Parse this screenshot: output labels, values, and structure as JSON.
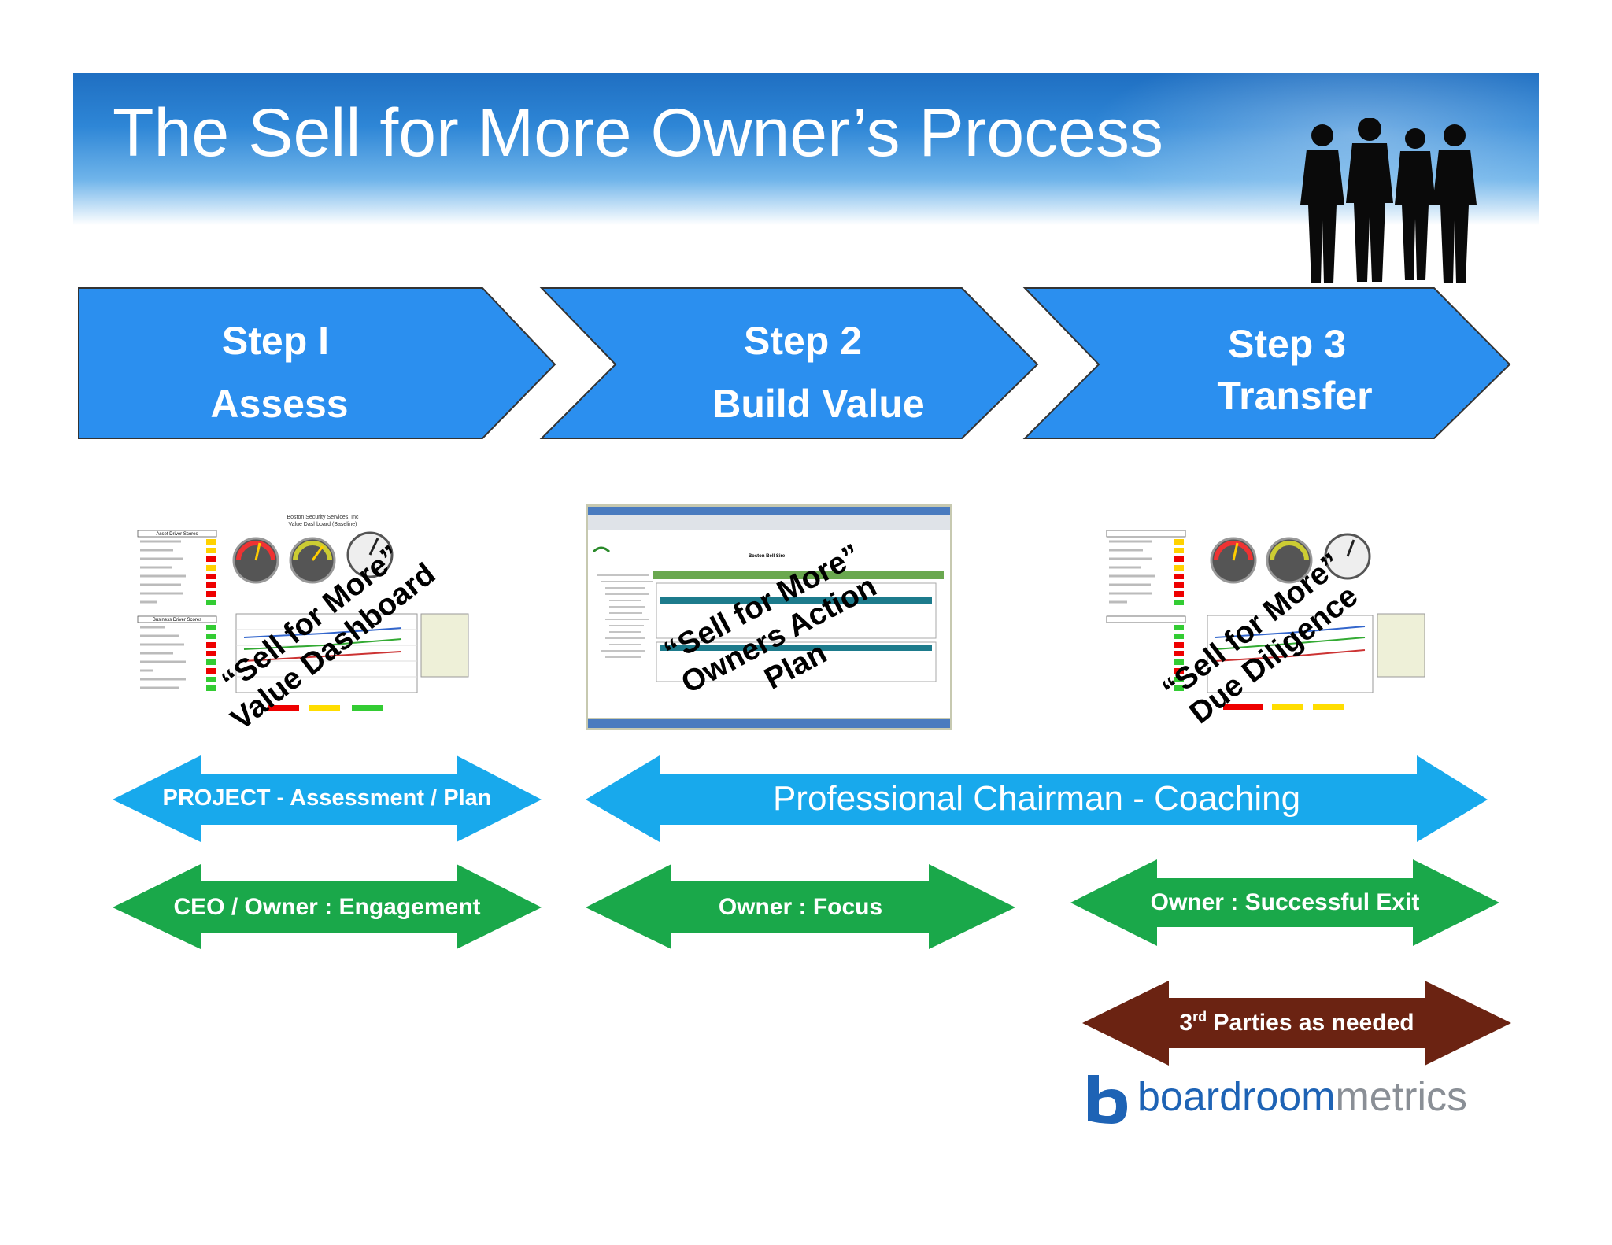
{
  "title": "The Sell for More Owner’s Process",
  "steps": [
    {
      "number": "Step I",
      "name": "Assess"
    },
    {
      "number": "Step 2",
      "name": "Build Value"
    },
    {
      "number": "Step 3",
      "name": "Transfer"
    }
  ],
  "deliverables": [
    {
      "line1": "“Sell for More”",
      "line2": "Value Dashboard",
      "line3": ""
    },
    {
      "line1": "“Sell for More”",
      "line2": "Owners Action",
      "line3": "Plan"
    },
    {
      "line1": "“Sell for More”",
      "line2": "Due Diligence",
      "line3": ""
    }
  ],
  "thumbnails": {
    "dashboard_company": "Boston Security Services, Inc",
    "dashboard_subtitle": "Value Dashboard (Baseline)",
    "asset_scores_header": "Asset Driver Scores",
    "business_scores_header": "Business Driver Scores",
    "action_plan_company": "Boston Bell Sire"
  },
  "arrows": {
    "project": "PROJECT - Assessment / Plan",
    "chairman": "Professional Chairman - Coaching",
    "ceo": "CEO / Owner : Engagement",
    "focus": "Owner : Focus",
    "exit": "Owner :  Successful Exit",
    "third_parties_base": "3",
    "third_parties_sup": "rd",
    "third_parties_rest": " Parties as needed"
  },
  "logo": {
    "part1": "boardroom",
    "part2": "metrics"
  },
  "colors": {
    "step_blue": "#2b8fef",
    "cyan_arrow": "#18a9ec",
    "green_arrow": "#1aa84a",
    "brown_arrow": "#6b2312"
  }
}
